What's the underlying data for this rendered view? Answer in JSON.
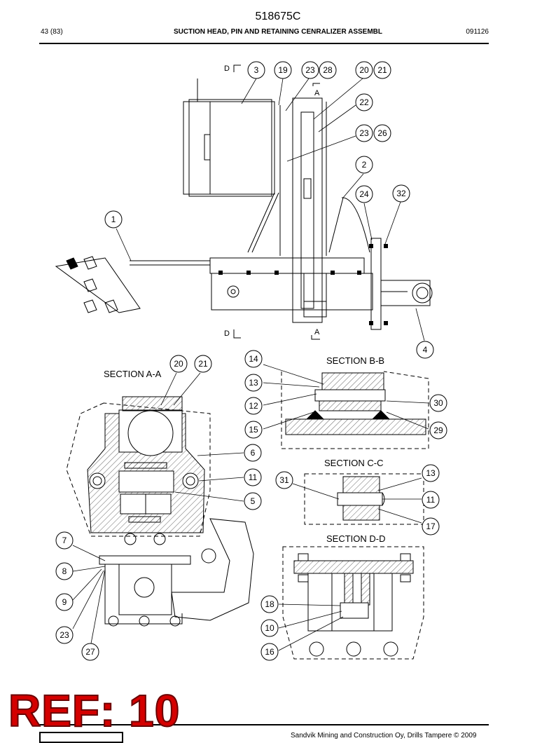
{
  "header": {
    "doc_number": "518675C",
    "page_num": "43 (83)",
    "title": "SUCTION HEAD, PIN AND RETAINING CENRALIZER ASSEMBL",
    "date": "091126"
  },
  "drawing": {
    "sections": {
      "aa": "SECTION A-A",
      "bb": "SECTION B-B",
      "cc": "SECTION C-C",
      "dd": "SECTION D-D"
    },
    "view_marks": {
      "d": "D",
      "a": "A"
    },
    "callouts": {
      "c3": "3",
      "c19": "19",
      "c23": "23",
      "c28": "28",
      "c20": "20",
      "c21": "21",
      "c22": "22",
      "c23b": "23",
      "c26": "26",
      "c2": "2",
      "c24": "24",
      "c32": "32",
      "c1": "1",
      "c4": "4",
      "aa20": "20",
      "aa21": "21",
      "c6": "6",
      "c11": "11",
      "c5": "5",
      "c7": "7",
      "c8": "8",
      "c9": "9",
      "aa23": "23",
      "c27": "27",
      "bb14": "14",
      "bb13": "13",
      "bb12": "12",
      "bb15": "15",
      "bb30": "30",
      "bb29": "29",
      "cc31": "31",
      "cc13": "13",
      "cc11": "11",
      "cc17": "17",
      "dd18": "18",
      "dd10": "10",
      "dd16": "16"
    }
  },
  "footer": {
    "copyright": "Sandvik Mining and Construction Oy, Drills Tampere © 2009"
  },
  "stamp": {
    "ref": "REF: 10"
  },
  "colors": {
    "stamp_red": "#d40000",
    "ink": "#000000"
  }
}
